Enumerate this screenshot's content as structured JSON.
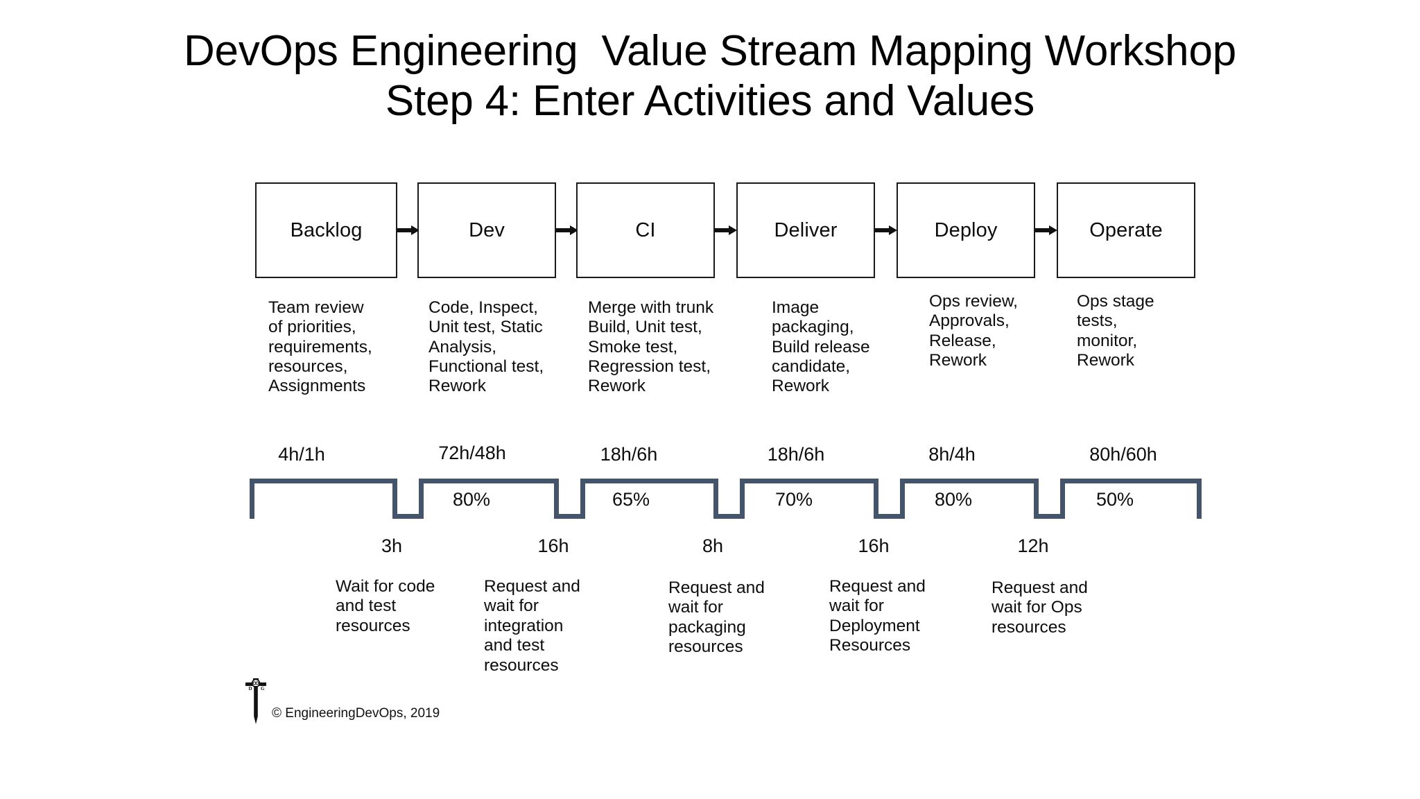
{
  "title": {
    "line1": "DevOps Engineering  Value Stream Mapping Workshop",
    "line2": "Step 4: Enter Activities and Values"
  },
  "colors": {
    "ladder": "#44546A",
    "box_border": "#1a1a1a",
    "text": "#0d0d0d",
    "background": "#ffffff"
  },
  "stages": [
    {
      "name": "Backlog",
      "activities": "Team review\nof priorities,\nrequirements,\nresources,\nAssignments",
      "process_time": "4h/1h",
      "percent_complete": ""
    },
    {
      "name": "Dev",
      "activities": "Code, Inspect,\nUnit test, Static\nAnalysis,\nFunctional test,\nRework",
      "process_time": "72h/48h",
      "percent_complete": "80%"
    },
    {
      "name": "CI",
      "activities": "Merge with trunk\nBuild, Unit test,\nSmoke test,\nRegression test,\nRework",
      "process_time": "18h/6h",
      "percent_complete": "65%"
    },
    {
      "name": "Deliver",
      "activities": "Image\npackaging,\nBuild release\ncandidate,\nRework",
      "process_time": "18h/6h",
      "percent_complete": "70%"
    },
    {
      "name": "Deploy",
      "activities": "Ops review,\nApprovals,\nRelease,\nRework",
      "process_time": "8h/4h",
      "percent_complete": "80%"
    },
    {
      "name": "Operate",
      "activities": "Ops stage\ntests,\nmonitor,\nRework",
      "process_time": "80h/60h",
      "percent_complete": "50%"
    }
  ],
  "waits": [
    {
      "time": "3h",
      "description": "Wait for code\nand test\nresources"
    },
    {
      "time": "16h",
      "description": "Request and\nwait for\nintegration\nand test\nresources"
    },
    {
      "time": "8h",
      "description": "Request and\nwait for\npackaging\nresources"
    },
    {
      "time": "16h",
      "description": "Request and\nwait for\nDeployment\nResources"
    },
    {
      "time": "12h",
      "description": "Request and\nwait for Ops\nresources"
    }
  ],
  "footer": {
    "copyright": "© EngineeringDevOps, 2019",
    "logo_letters": {
      "left": "D",
      "right": "G"
    }
  },
  "chart_data": {
    "type": "diagram",
    "subtype": "value-stream-map",
    "title": "DevOps Engineering  Value Stream Mapping Workshop — Step 4: Enter Activities and Values",
    "stage_names": [
      "Backlog",
      "Dev",
      "CI",
      "Deliver",
      "Deploy",
      "Operate"
    ],
    "process_times": [
      "4h/1h",
      "72h/48h",
      "18h/6h",
      "18h/6h",
      "8h/4h",
      "80h/60h"
    ],
    "percent_complete_accurate": [
      "",
      "80%",
      "65%",
      "70%",
      "80%",
      "50%"
    ],
    "wait_times": [
      "3h",
      "16h",
      "8h",
      "16h",
      "12h"
    ],
    "wait_times_numeric": [
      3,
      16,
      8,
      16,
      12
    ],
    "legend": [],
    "notes": "Process time label shown above ladder top rail; %C/A shown below rail inside each stage span; wait time shown below each ladder dip."
  }
}
